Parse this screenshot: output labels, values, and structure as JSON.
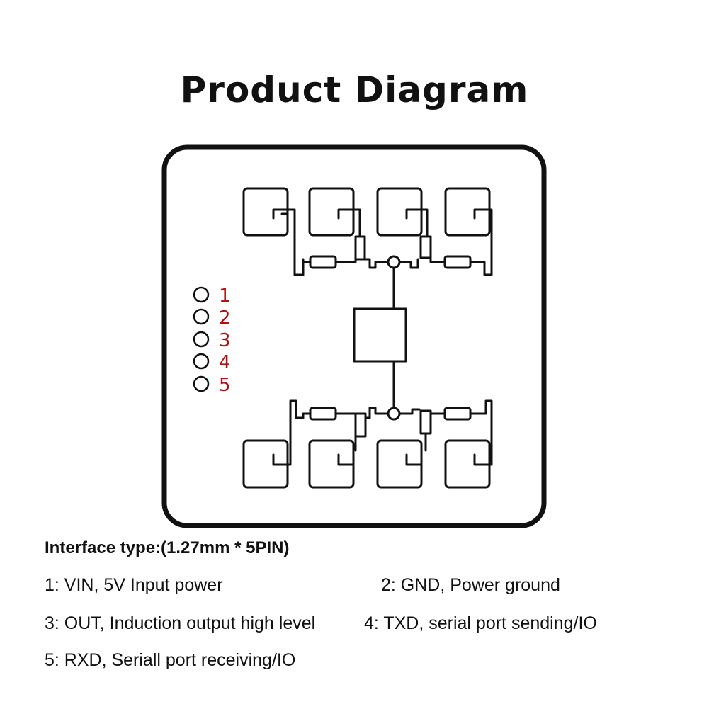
{
  "title": "Product Diagram",
  "pins": [
    {
      "number": "1"
    },
    {
      "number": "2"
    },
    {
      "number": "3"
    },
    {
      "number": "4"
    },
    {
      "number": "5"
    }
  ],
  "interface": {
    "heading": "Interface type:(1.27mm * 5PIN)",
    "pin1": "1: VIN, 5V Input power",
    "pin2": "2: GND, Power ground",
    "pin3": "3: OUT, Induction output high level",
    "pin4": "4: TXD, serial port sending/IO",
    "pin5": "5:  RXD, Seriall port receiving/IO"
  },
  "colors": {
    "line": "#111111",
    "pin_label": "#b01010"
  }
}
